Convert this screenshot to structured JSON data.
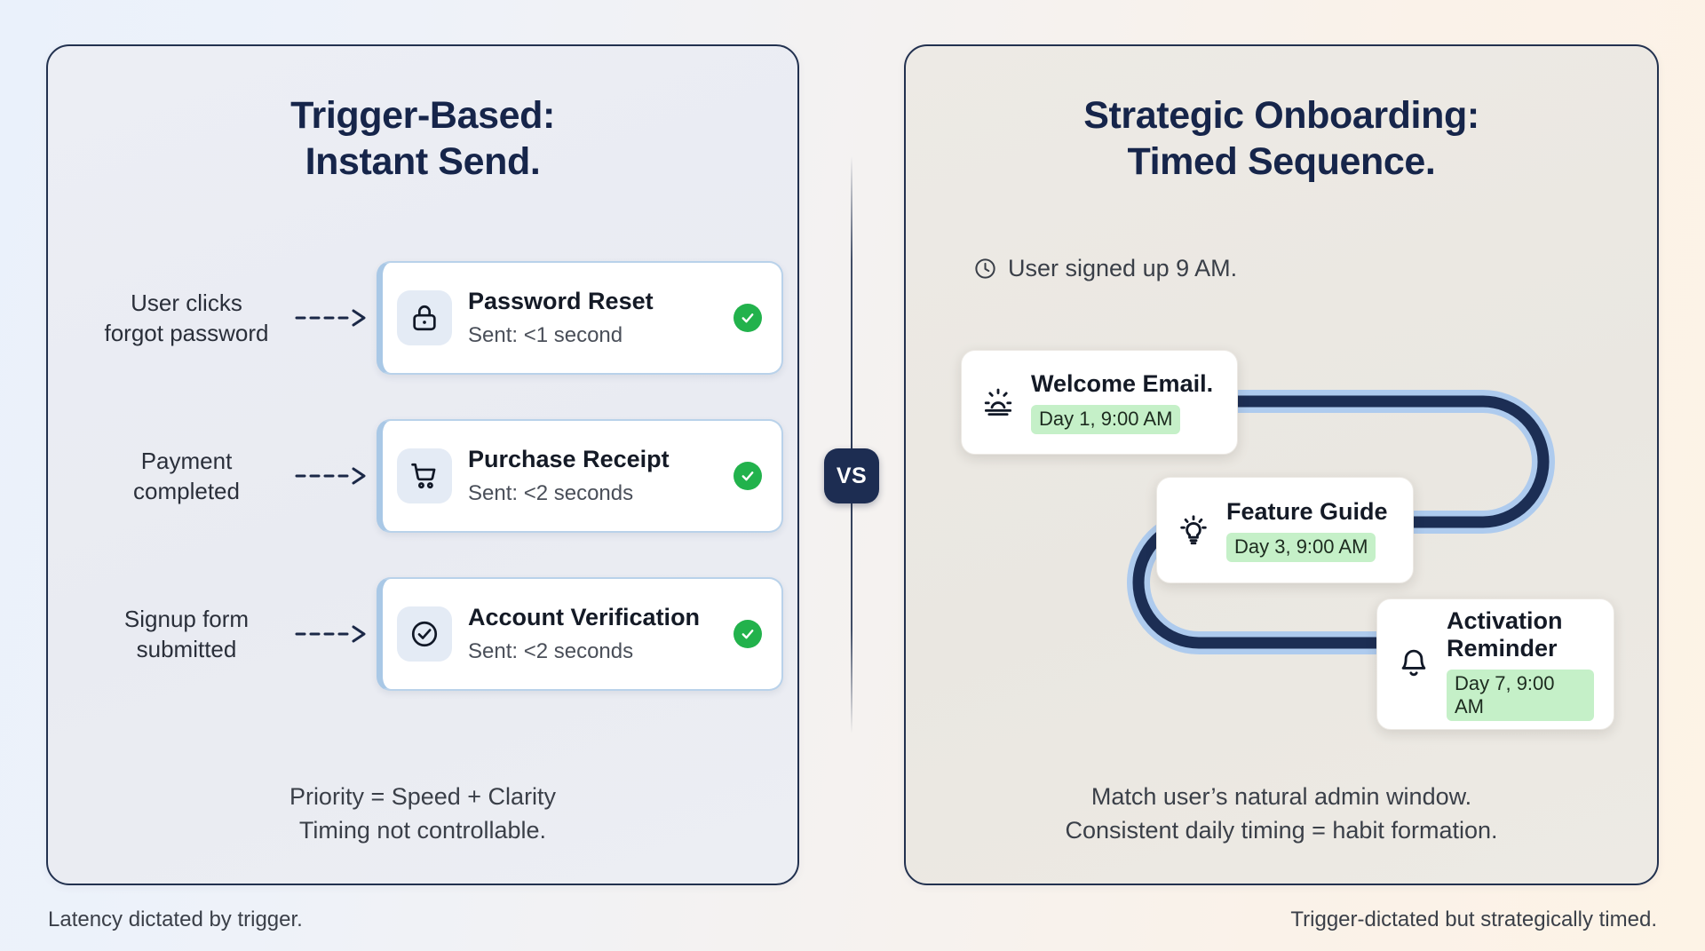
{
  "left_panel": {
    "title_line1": "Trigger-Based:",
    "title_line2": "Instant Send.",
    "rows": [
      {
        "trigger_line1": "User clicks",
        "trigger_line2": "forgot password",
        "icon": "lock-icon",
        "card_title": "Password Reset",
        "card_sub": "Sent: <1 second",
        "status": "check-icon"
      },
      {
        "trigger_line1": "Payment",
        "trigger_line2": "completed",
        "icon": "shopping-cart-icon",
        "card_title": "Purchase Receipt",
        "card_sub": "Sent: <2 seconds",
        "status": "check-icon"
      },
      {
        "trigger_line1": "Signup form",
        "trigger_line2": "submitted",
        "icon": "check-circle-icon",
        "card_title": "Account Verification",
        "card_sub": "Sent: <2 seconds",
        "status": "check-icon"
      }
    ],
    "footnote_line1": "Priority = Speed + Clarity",
    "footnote_line2": "Timing not controllable."
  },
  "right_panel": {
    "title_line1": "Strategic Onboarding:",
    "title_line2": "Timed Sequence.",
    "signup_icon": "clock-icon",
    "signup_text": "User signed up 9 AM.",
    "sequence": [
      {
        "icon": "sunrise-icon",
        "title": "Welcome Email.",
        "chip": "Day 1, 9:00 AM"
      },
      {
        "icon": "lightbulb-icon",
        "title": "Feature Guide",
        "chip": "Day 3, 9:00 AM"
      },
      {
        "icon": "bell-icon",
        "title": "Activation Reminder",
        "chip": "Day 7, 9:00 AM"
      }
    ],
    "footnote_line1": "Match user’s natural admin window.",
    "footnote_line2": "Consistent daily timing = habit formation."
  },
  "divider": {
    "label": "VS"
  },
  "captions": {
    "left": "Latency dictated by trigger.",
    "right": "Trigger-dictated but strategically timed."
  },
  "colors": {
    "navy": "#16254a",
    "card_accent_blue": "#a9c8e6",
    "success_green": "#22b24c",
    "chip_green": "#c5f0c8",
    "path_dark": "#1c2e54",
    "path_light": "#aecbee",
    "vs_badge": "#1d2d52",
    "left_panel_bg": "#eceef4",
    "right_panel_bg": "#edeae5"
  }
}
